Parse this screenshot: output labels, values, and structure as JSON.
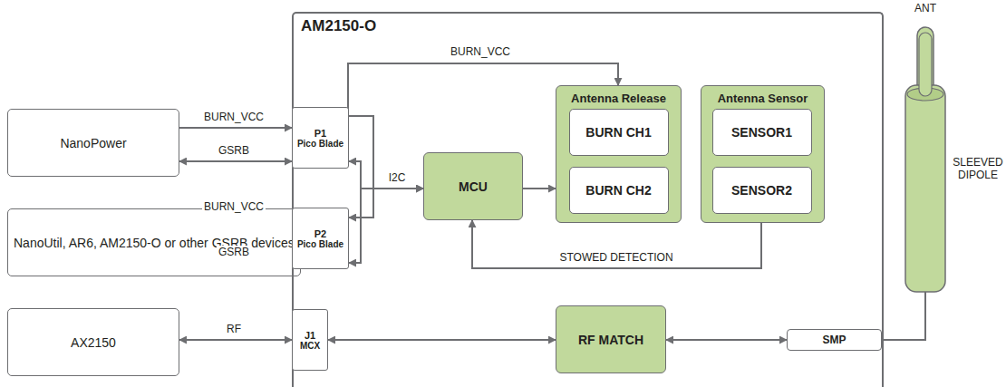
{
  "diagram": {
    "nodes": [
      {
        "text": [
          "NanoPower"
        ]
      },
      {
        "text": [
          "NanoUtil, AR6, AM2150-O or other GSRB devices"
        ]
      },
      {
        "text": [
          "AX2150"
        ]
      },
      {
        "text": [
          "AM2150-O"
        ]
      },
      {
        "text": [
          "P1",
          "Pico Blade"
        ],
        "in": 3
      },
      {
        "text": [
          "P2",
          "Pico Blade"
        ],
        "in": 3
      },
      {
        "text": [
          "J1",
          "MCX"
        ],
        "in": 3
      },
      {
        "text": [
          "MCU"
        ],
        "in": 3
      },
      {
        "text": [
          "Antenna Release"
        ],
        "in": 3
      },
      {
        "text": [
          "BURN CH1"
        ],
        "in": 8
      },
      {
        "text": [
          "BURN CH2"
        ],
        "in": 8
      },
      {
        "text": [
          "Antenna Sensor"
        ],
        "in": 3
      },
      {
        "text": [
          "SENSOR1"
        ],
        "in": 11
      },
      {
        "text": [
          "SENSOR2"
        ],
        "in": 11
      },
      {
        "text": [
          "RF MATCH"
        ],
        "in": 3
      },
      {
        "text": [
          "SMP"
        ],
        "in": 3
      }
    ],
    "edges": [
      {
        "from": 0,
        "to": 4,
        "label": "BURN_VCC",
        "arrow": "to"
      },
      {
        "from": 0,
        "to": 4,
        "label": "GSRB",
        "arrow": "both"
      },
      {
        "from": 5,
        "to": 1,
        "label": "BURN_VCC",
        "arrow": "to"
      },
      {
        "from": 1,
        "to": 5,
        "label": "GSRB",
        "arrow": "both"
      },
      {
        "from": 2,
        "to": 6,
        "label": "RF",
        "arrow": "both"
      },
      {
        "from": 6,
        "to": 14,
        "arrow": "both"
      },
      {
        "from": 14,
        "to": 15,
        "arrow": "both"
      },
      {
        "from": 4,
        "to": 8,
        "label": "BURN_VCC",
        "arrow": "to"
      },
      {
        "from": 4,
        "to": 7,
        "label": "I2C",
        "arrow": "to"
      },
      {
        "from": 5,
        "to": 7,
        "arrow": "to"
      },
      {
        "from": 4,
        "to": 5,
        "arrow": "to"
      },
      {
        "from": 4,
        "to": 5,
        "arrow": "both"
      },
      {
        "from": 7,
        "to": 8,
        "arrow": "to"
      },
      {
        "from": 11,
        "to": 7,
        "label": "STOWED DETECTION",
        "arrow": "to"
      }
    ],
    "labels": [
      "ANT",
      "SLEEVED DIPOLE"
    ]
  }
}
